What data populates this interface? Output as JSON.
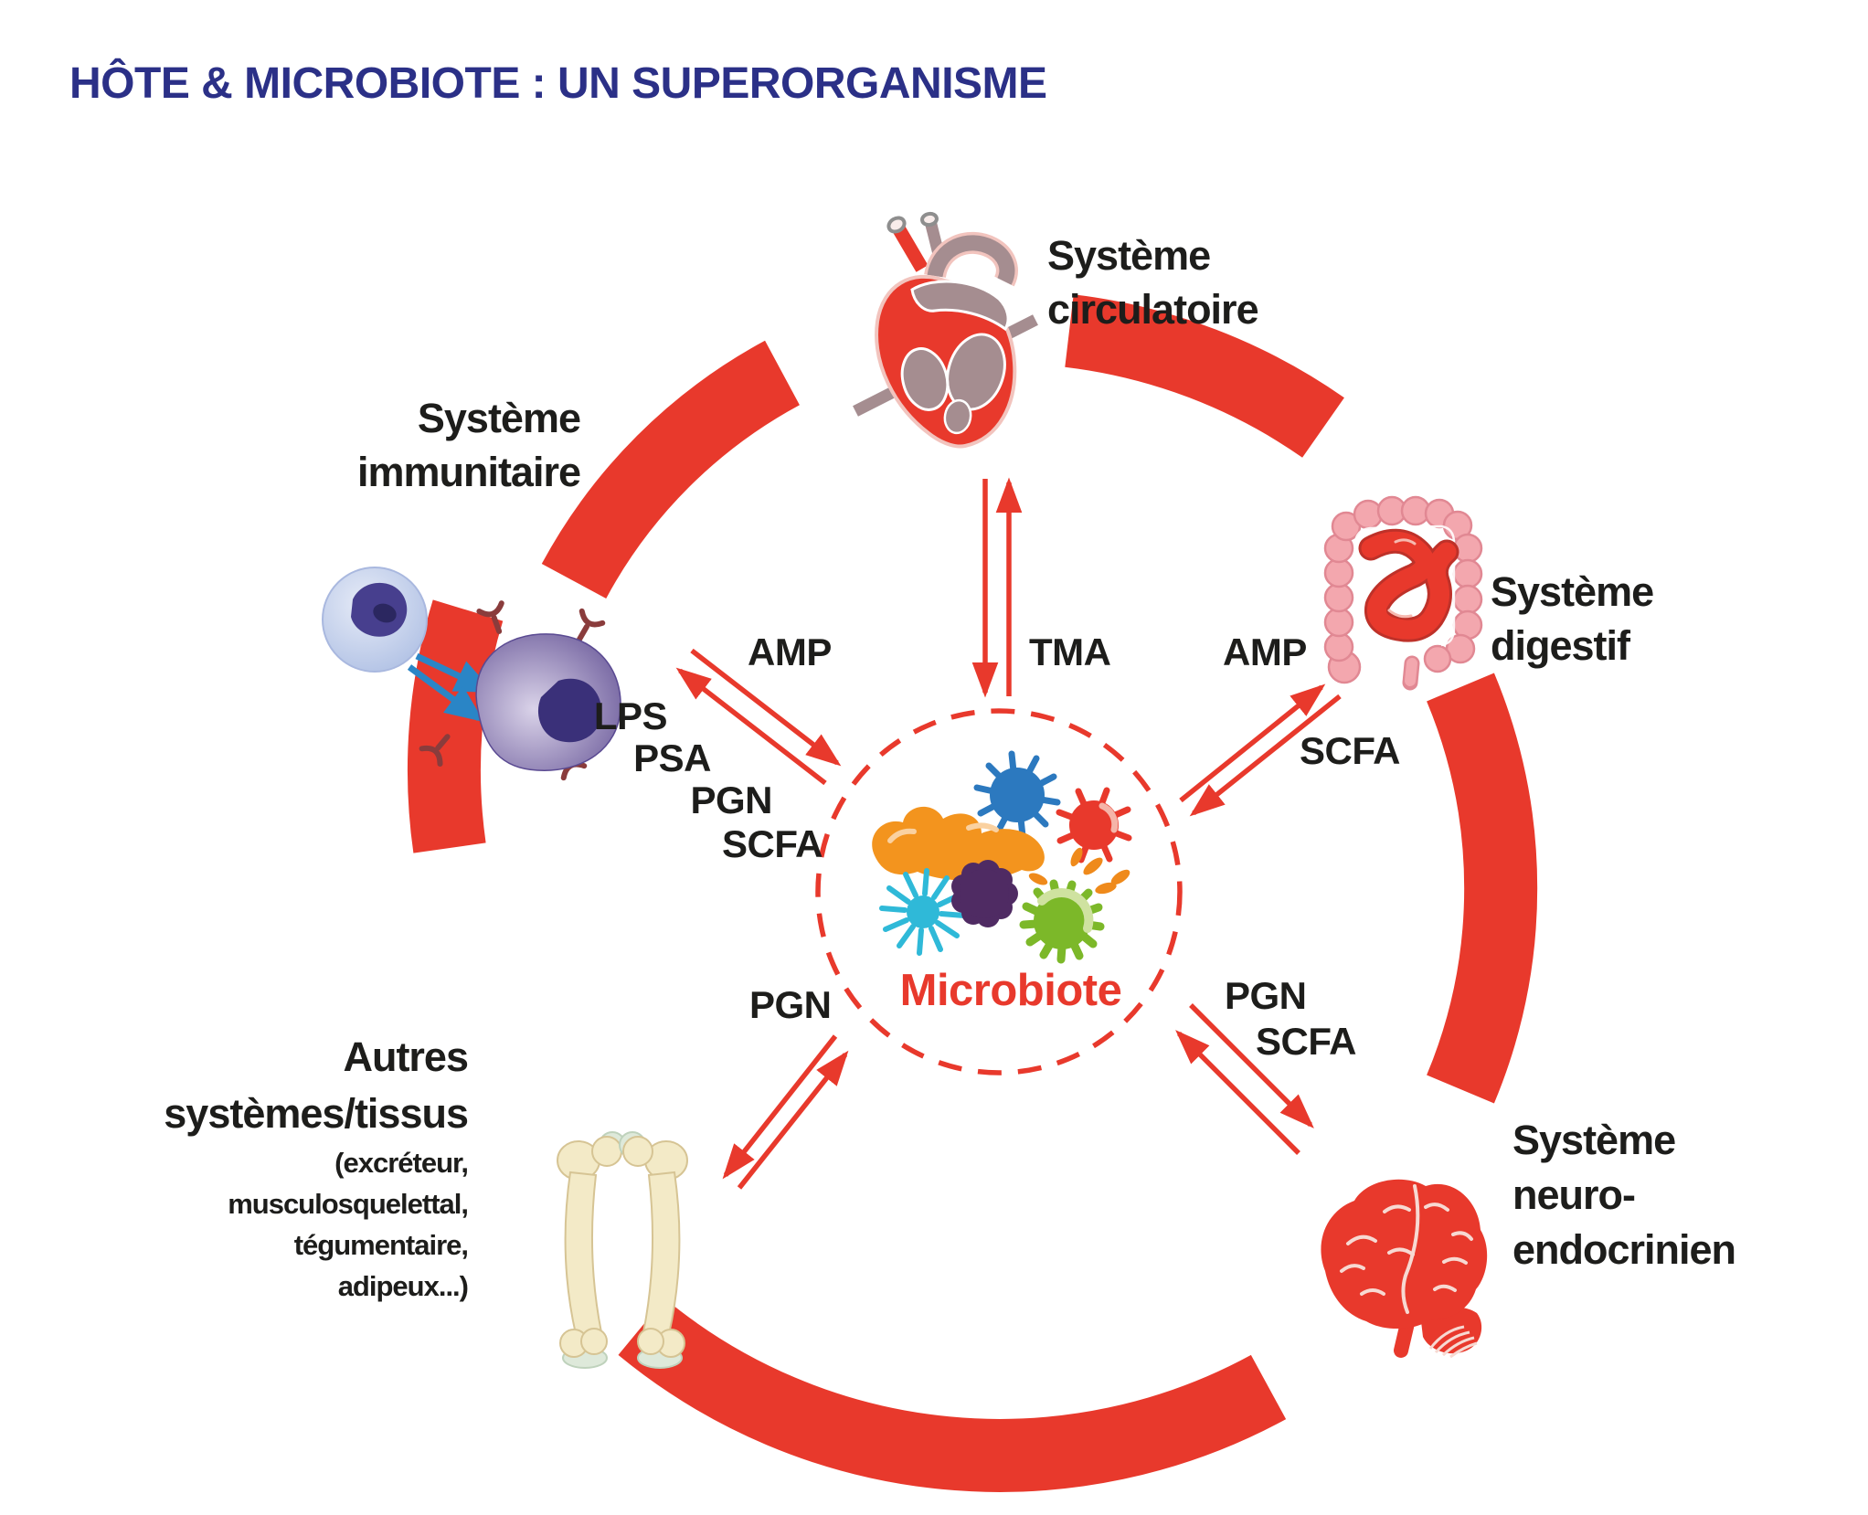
{
  "title": "HÔTE & MICROBIOTE : UN SUPERORGANISME",
  "center": {
    "label": "Microbiote",
    "icon": "microbes-cluster-icon"
  },
  "systems": {
    "circulatory": {
      "line1": "Système",
      "line2": "circulatoire",
      "icon": "heart-icon"
    },
    "digestive": {
      "line1": "Système",
      "line2": "digestif",
      "icon": "intestine-icon"
    },
    "neuro": {
      "line1": "Système",
      "line2": "neuro-",
      "line3": "endocrinien",
      "icon": "brain-icon"
    },
    "immune": {
      "line1": "Système",
      "line2": "immunitaire",
      "icon": "immune-cells-icon"
    },
    "other": {
      "line1": "Autres",
      "line2": "systèmes/tissus",
      "line3": "(excréteur,",
      "line4": "musculosquelettal,",
      "line5": "tégumentaire,",
      "line6": "adipeux...)",
      "icon": "bones-icon"
    }
  },
  "exchanges": {
    "circulatory": {
      "tma": "TMA"
    },
    "immune": {
      "amp": "AMP",
      "lps": "LPS",
      "psa": "PSA",
      "pgn": "PGN",
      "scfa": "SCFA"
    },
    "digestive": {
      "amp": "AMP",
      "scfa": "SCFA"
    },
    "neuro": {
      "pgn": "PGN",
      "scfa": "SCFA"
    },
    "other": {
      "pgn": "PGN"
    }
  },
  "colors": {
    "accent_red": "#E8392C",
    "title_blue": "#2B3087",
    "text_black": "#1D1D1B"
  }
}
